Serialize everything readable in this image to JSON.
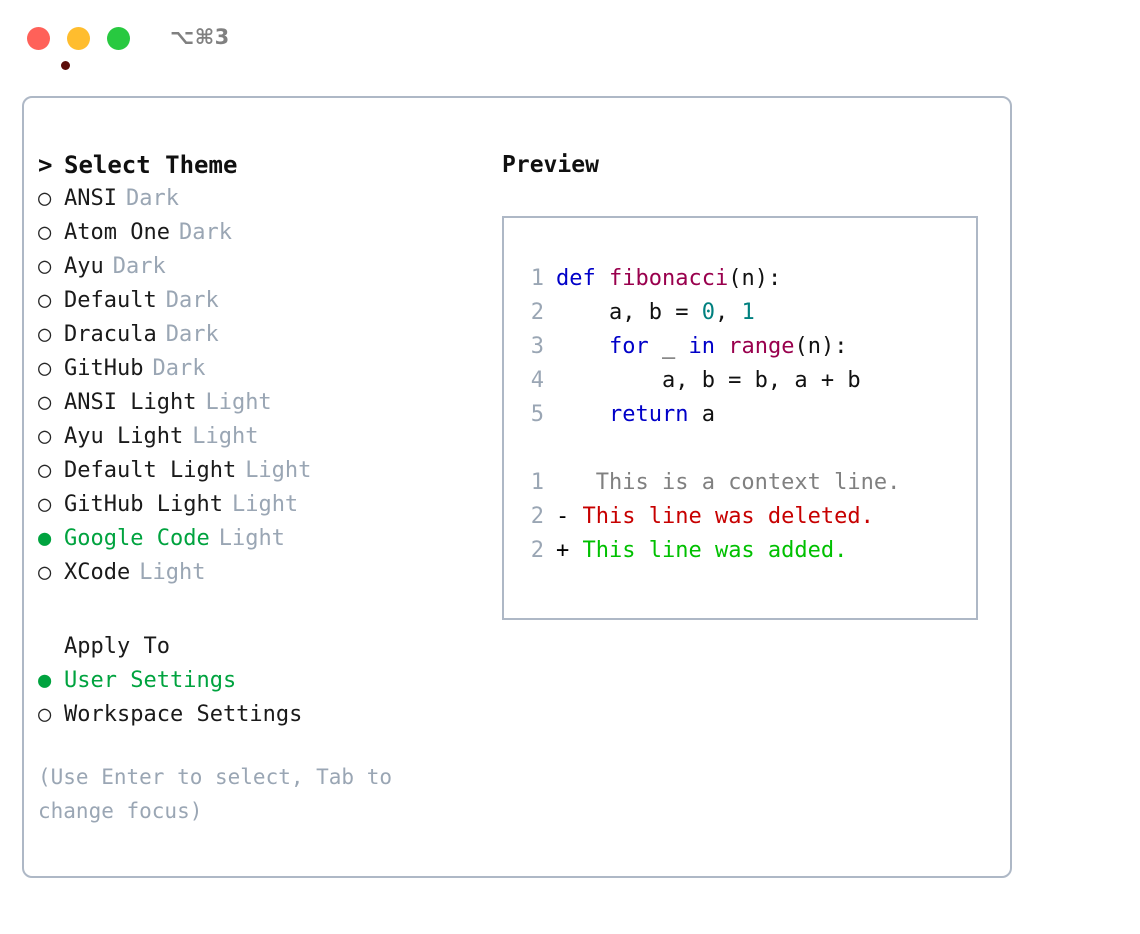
{
  "window": {
    "shortcut_label": "⌥⌘3",
    "traffic_lights": [
      "close",
      "minimize",
      "maximize"
    ]
  },
  "colors": {
    "accent_green": "#00A33F",
    "muted": "#9AA6B4",
    "border": "#AEB8C6",
    "keyword": "#0000C8",
    "function": "#99004D",
    "number": "#00807F",
    "diff_context": "#808080",
    "diff_deleted": "#C70000",
    "diff_added": "#00C000"
  },
  "theme_picker": {
    "caret": ">",
    "title": "Select Theme",
    "bullet_unselected": "○",
    "bullet_selected": "●",
    "items": [
      {
        "name": "ANSI",
        "variant": "Dark",
        "selected": false
      },
      {
        "name": "Atom One",
        "variant": "Dark",
        "selected": false
      },
      {
        "name": "Ayu",
        "variant": "Dark",
        "selected": false
      },
      {
        "name": "Default",
        "variant": "Dark",
        "selected": false
      },
      {
        "name": "Dracula",
        "variant": "Dark",
        "selected": false
      },
      {
        "name": "GitHub",
        "variant": "Dark",
        "selected": false
      },
      {
        "name": "ANSI Light",
        "variant": "Light",
        "selected": false
      },
      {
        "name": "Ayu Light",
        "variant": "Light",
        "selected": false
      },
      {
        "name": "Default Light",
        "variant": "Light",
        "selected": false
      },
      {
        "name": "GitHub Light",
        "variant": "Light",
        "selected": false
      },
      {
        "name": "Google Code",
        "variant": "Light",
        "selected": true
      },
      {
        "name": "XCode",
        "variant": "Light",
        "selected": false
      }
    ]
  },
  "apply_to": {
    "title": "Apply To",
    "items": [
      {
        "name": "User Settings",
        "selected": true
      },
      {
        "name": "Workspace Settings",
        "selected": false
      }
    ]
  },
  "hint": {
    "text": "(Use Enter to select, Tab to change focus)"
  },
  "preview": {
    "label": "Preview",
    "code_lines": [
      {
        "no": "1",
        "tokens": [
          {
            "t": "def ",
            "c": "kw"
          },
          {
            "t": "fibonacci",
            "c": "fn"
          },
          {
            "t": "(n):",
            "c": "pl"
          }
        ]
      },
      {
        "no": "2",
        "tokens": [
          {
            "t": "    a, b = ",
            "c": "pl"
          },
          {
            "t": "0",
            "c": "num"
          },
          {
            "t": ", ",
            "c": "pl"
          },
          {
            "t": "1",
            "c": "num"
          }
        ]
      },
      {
        "no": "3",
        "tokens": [
          {
            "t": "    ",
            "c": "pl"
          },
          {
            "t": "for",
            "c": "kw"
          },
          {
            "t": " _ ",
            "c": "pl"
          },
          {
            "t": "in",
            "c": "kw"
          },
          {
            "t": " ",
            "c": "pl"
          },
          {
            "t": "range",
            "c": "fn"
          },
          {
            "t": "(n):",
            "c": "pl"
          }
        ]
      },
      {
        "no": "4",
        "tokens": [
          {
            "t": "        a, b = b, a + b",
            "c": "pl"
          }
        ]
      },
      {
        "no": "5",
        "tokens": [
          {
            "t": "    ",
            "c": "pl"
          },
          {
            "t": "return",
            "c": "kw"
          },
          {
            "t": " a",
            "c": "pl"
          }
        ]
      }
    ],
    "diff_lines": [
      {
        "no": "1",
        "marker": " ",
        "text": "  This is a context line.",
        "kind": "ctx"
      },
      {
        "no": "2",
        "marker": "-",
        "text": " This line was deleted.",
        "kind": "del"
      },
      {
        "no": "2",
        "marker": "+",
        "text": " This line was added.",
        "kind": "add"
      }
    ]
  }
}
